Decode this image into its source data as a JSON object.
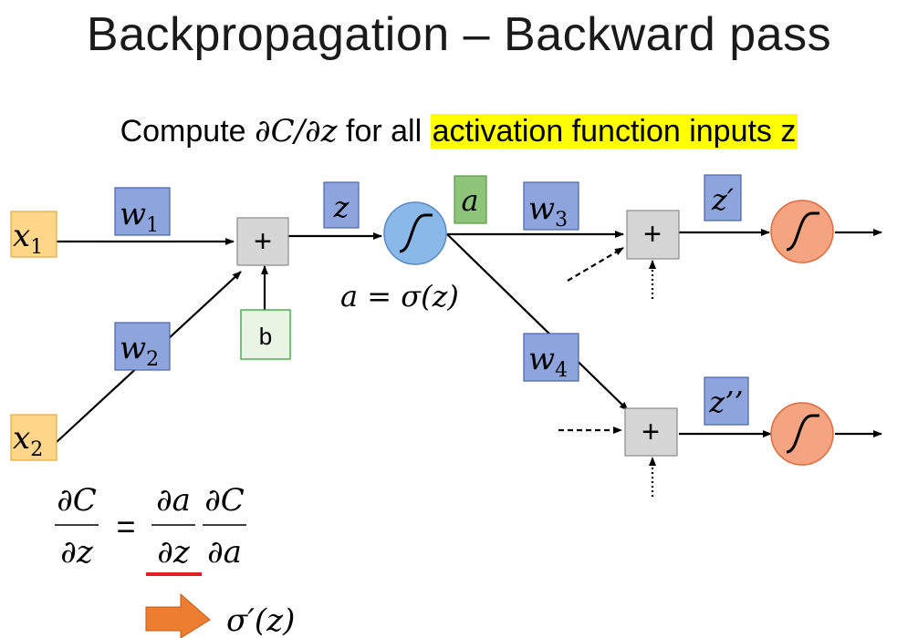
{
  "slide": {
    "title": "Backpropagation – Backward pass",
    "subtitle": {
      "prefix": "Compute ",
      "math": "∂C/∂z",
      "middle": " for all ",
      "highlight": "activation function inputs z"
    }
  },
  "inputs": {
    "x1": {
      "base": "x",
      "sub": "1"
    },
    "x2": {
      "base": "x",
      "sub": "2"
    }
  },
  "weights": {
    "w1": {
      "base": "w",
      "sub": "1"
    },
    "w2": {
      "base": "w",
      "sub": "2"
    },
    "w3": {
      "base": "w",
      "sub": "3"
    },
    "w4": {
      "base": "w",
      "sub": "4"
    }
  },
  "nodes": {
    "sum_symbol": "+",
    "bias": "b",
    "z": "z",
    "a": "a",
    "z_prime": "z′",
    "z_double_prime": "z’’",
    "activation_eq": "a = σ(z)"
  },
  "equation": {
    "lhs_num": "∂C",
    "lhs_den": "∂z",
    "equals": "=",
    "r1_num": "∂a",
    "r1_den": "∂z",
    "r2_num": "∂C",
    "r2_den": "∂a",
    "result": "σ′(z)"
  },
  "colors": {
    "input_fill": "#ffd68a",
    "input_stroke": "#e8a93a",
    "weight_fill": "#8ea4dc",
    "weight_stroke": "#4a64b0",
    "bias_fill": "#e8f5e4",
    "bias_stroke": "#4caf50",
    "a_fill": "#8ec47a",
    "sum_fill": "#d6d6d6",
    "sigmoid_blue": "#8ab8e8",
    "sigmoid_orange": "#f5a482",
    "highlight": "#ffff00",
    "underline": "#e02020",
    "arrow": "#ed7d31"
  }
}
